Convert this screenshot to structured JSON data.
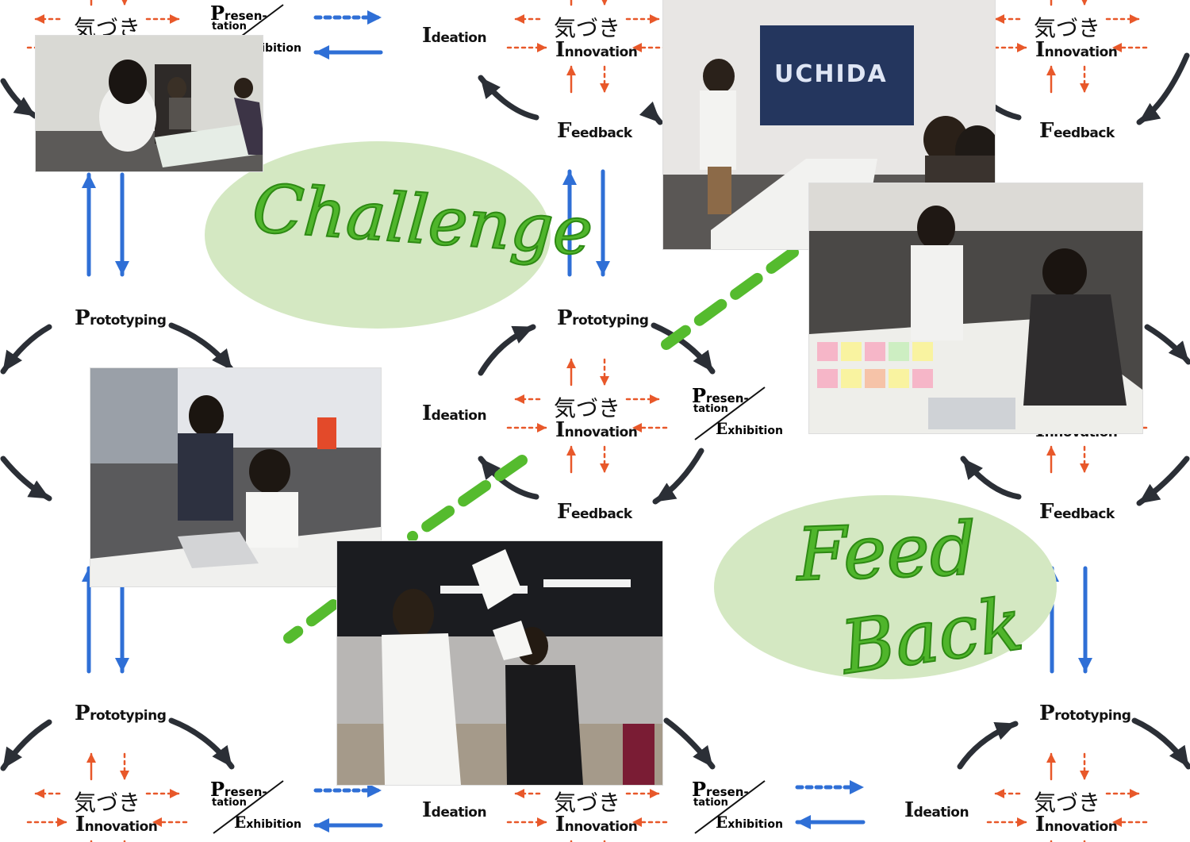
{
  "labels": {
    "ideation": "Ideation",
    "prototyping": "Prototyping",
    "feedback": "Feedback",
    "presentation": "Presen-",
    "presentation_2": "tation",
    "exhibition": "Exhibition",
    "kizuki": "気づき",
    "innovation": "Innovation"
  },
  "overlays": {
    "challenge": "Challenge",
    "feed": "Feed",
    "back": "Back"
  },
  "photos": {
    "screen_text": "UCHIDA"
  },
  "colors": {
    "dark_arrow": "#2b2f36",
    "blue_arrow": "#2f6fd6",
    "orange_arrow": "#e8582a",
    "green_dash": "#55bb2e",
    "ellipse_fill": "#d4e8c2"
  }
}
